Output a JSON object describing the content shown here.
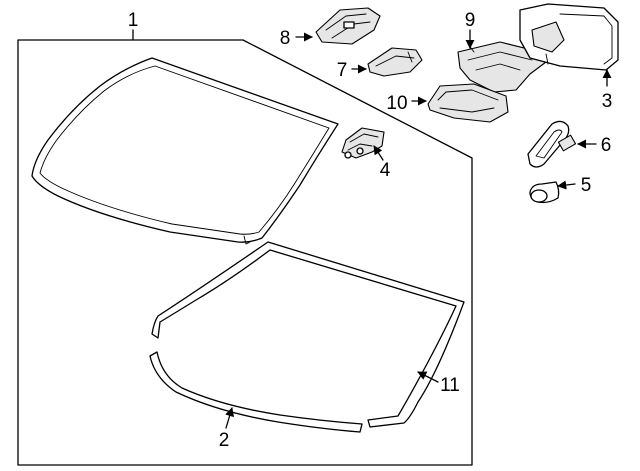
{
  "diagram": {
    "callouts": [
      {
        "id": "1",
        "label": "1"
      },
      {
        "id": "2",
        "label": "2"
      },
      {
        "id": "3",
        "label": "3"
      },
      {
        "id": "4",
        "label": "4"
      },
      {
        "id": "5",
        "label": "5"
      },
      {
        "id": "6",
        "label": "6"
      },
      {
        "id": "7",
        "label": "7"
      },
      {
        "id": "8",
        "label": "8"
      },
      {
        "id": "9",
        "label": "9"
      },
      {
        "id": "10",
        "label": "10"
      },
      {
        "id": "11",
        "label": "11"
      }
    ],
    "colors": {
      "line": "#000000",
      "background": "#ffffff",
      "shade": "#e6e6e6"
    }
  }
}
